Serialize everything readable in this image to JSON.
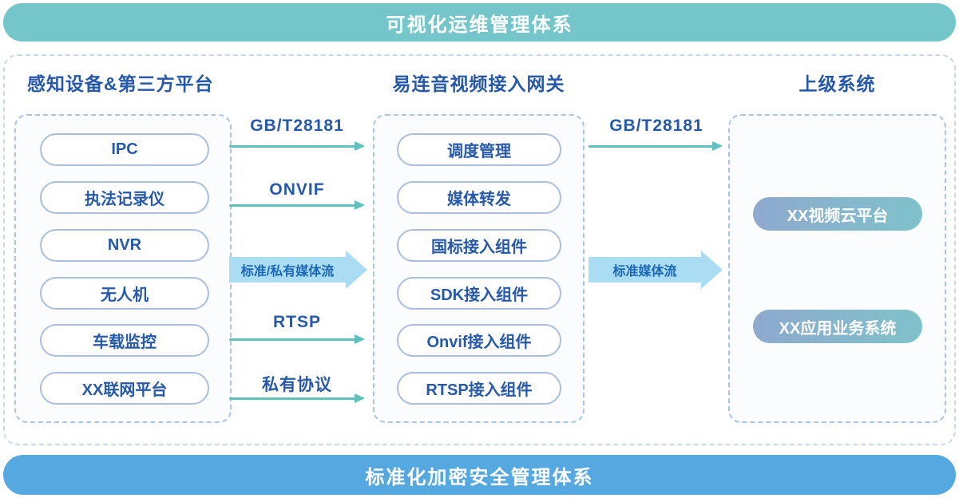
{
  "banners": {
    "top": {
      "label": "可视化运维管理体系"
    },
    "bottom": {
      "label": "标准化加密安全管理体系"
    }
  },
  "columns": {
    "devices": {
      "title": "感知设备&第三方平台",
      "items": [
        "IPC",
        "执法记录仪",
        "NVR",
        "无人机",
        "车载监控",
        "XX联网平台"
      ]
    },
    "gateway": {
      "title": "易连音视频接入网关",
      "items": [
        "调度管理",
        "媒体转发",
        "国标接入组件",
        "SDK接入组件",
        "Onvif接入组件",
        "RTSP接入组件"
      ]
    },
    "upper": {
      "title": "上级系统",
      "items": [
        "XX视频云平台",
        "XX应用业务系统"
      ]
    }
  },
  "flows": {
    "devices_to_gateway": [
      {
        "label": "GB/T28181",
        "style": "line"
      },
      {
        "label": "ONVIF",
        "style": "line"
      },
      {
        "label": "标准/私有媒体流",
        "style": "block"
      },
      {
        "label": "RTSP",
        "style": "line"
      },
      {
        "label": "私有协议",
        "style": "line"
      }
    ],
    "gateway_to_upper": [
      {
        "label": "GB/T28181",
        "style": "line"
      },
      {
        "label": "标准媒体流",
        "style": "block"
      }
    ]
  },
  "colors": {
    "top_banner": "#74c6ca",
    "bottom_banner": "#56a9e0",
    "title_text": "#2659a9",
    "pill_border": "#aabfdf",
    "pill_text": "#2659a9",
    "arrow_teal": "#5ec1bd",
    "block_arrow_fill": "#aadcf4",
    "block_arrow_text": "#1b67b7",
    "gradient_pill_start": "#8ea9ce",
    "gradient_pill_end": "#7fc2ca"
  }
}
